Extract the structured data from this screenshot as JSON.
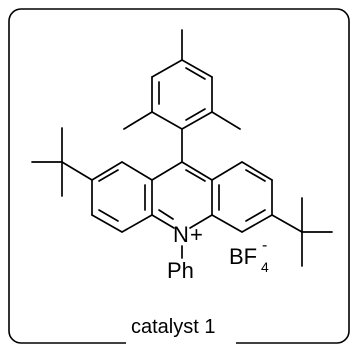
{
  "molecule": {
    "nitrogen": "N",
    "charge": "+",
    "n_substituent": "Ph",
    "counterion_main": "BF",
    "counterion_subscript": "4",
    "counterion_charge": "-"
  },
  "caption": "catalyst 1",
  "colors": {
    "ink": "#000000",
    "background": "#ffffff"
  }
}
